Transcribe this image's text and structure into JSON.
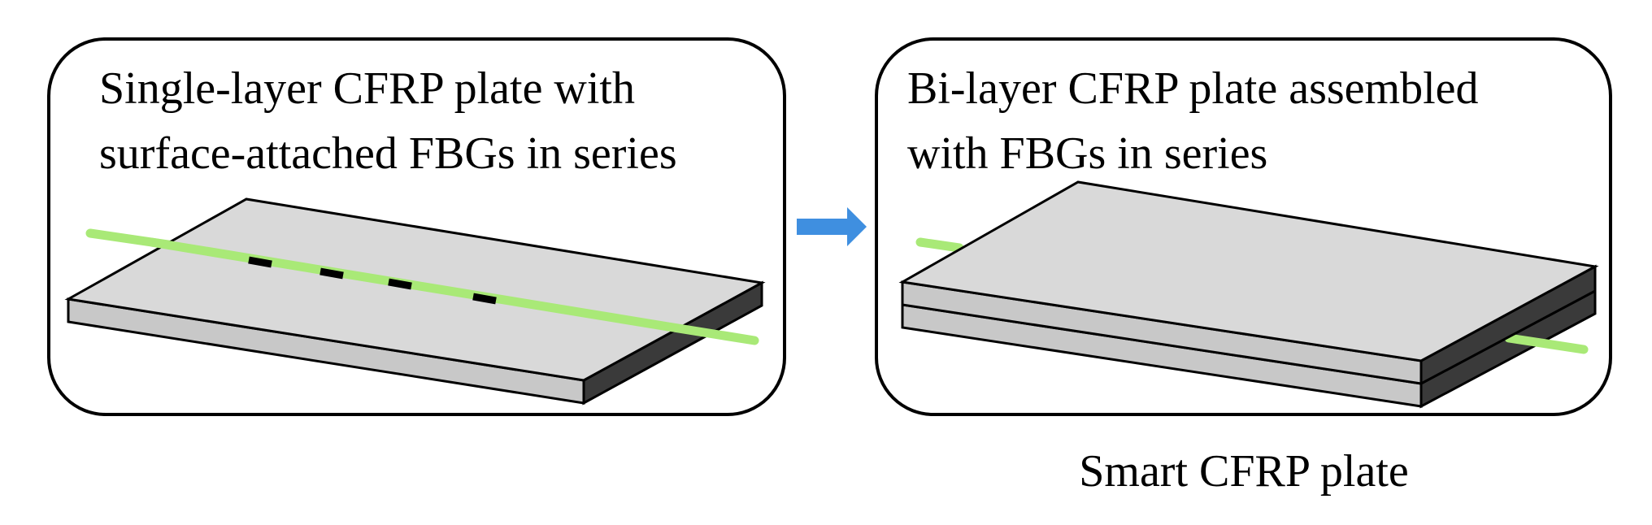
{
  "panels": [
    {
      "id": "single-layer",
      "caption_lines": [
        "Single-layer  CFRP plate with",
        "surface-attached FBGs in series"
      ]
    },
    {
      "id": "bi-layer",
      "caption_lines": [
        "Bi-layer CFRP plate assembled",
        "with FBGs in series"
      ]
    }
  ],
  "result_label": "Smart CFRP plate",
  "colors": {
    "panel_border": "#000000",
    "plate_top": "#d9d9d9",
    "plate_front": "#c8c8c8",
    "plate_side": "#3a3a3a",
    "fiber": "#a9e977",
    "fbg_grating": "#000000",
    "arrow": "#3f8fe0"
  },
  "icons": {
    "transition": "right-arrow-icon"
  }
}
